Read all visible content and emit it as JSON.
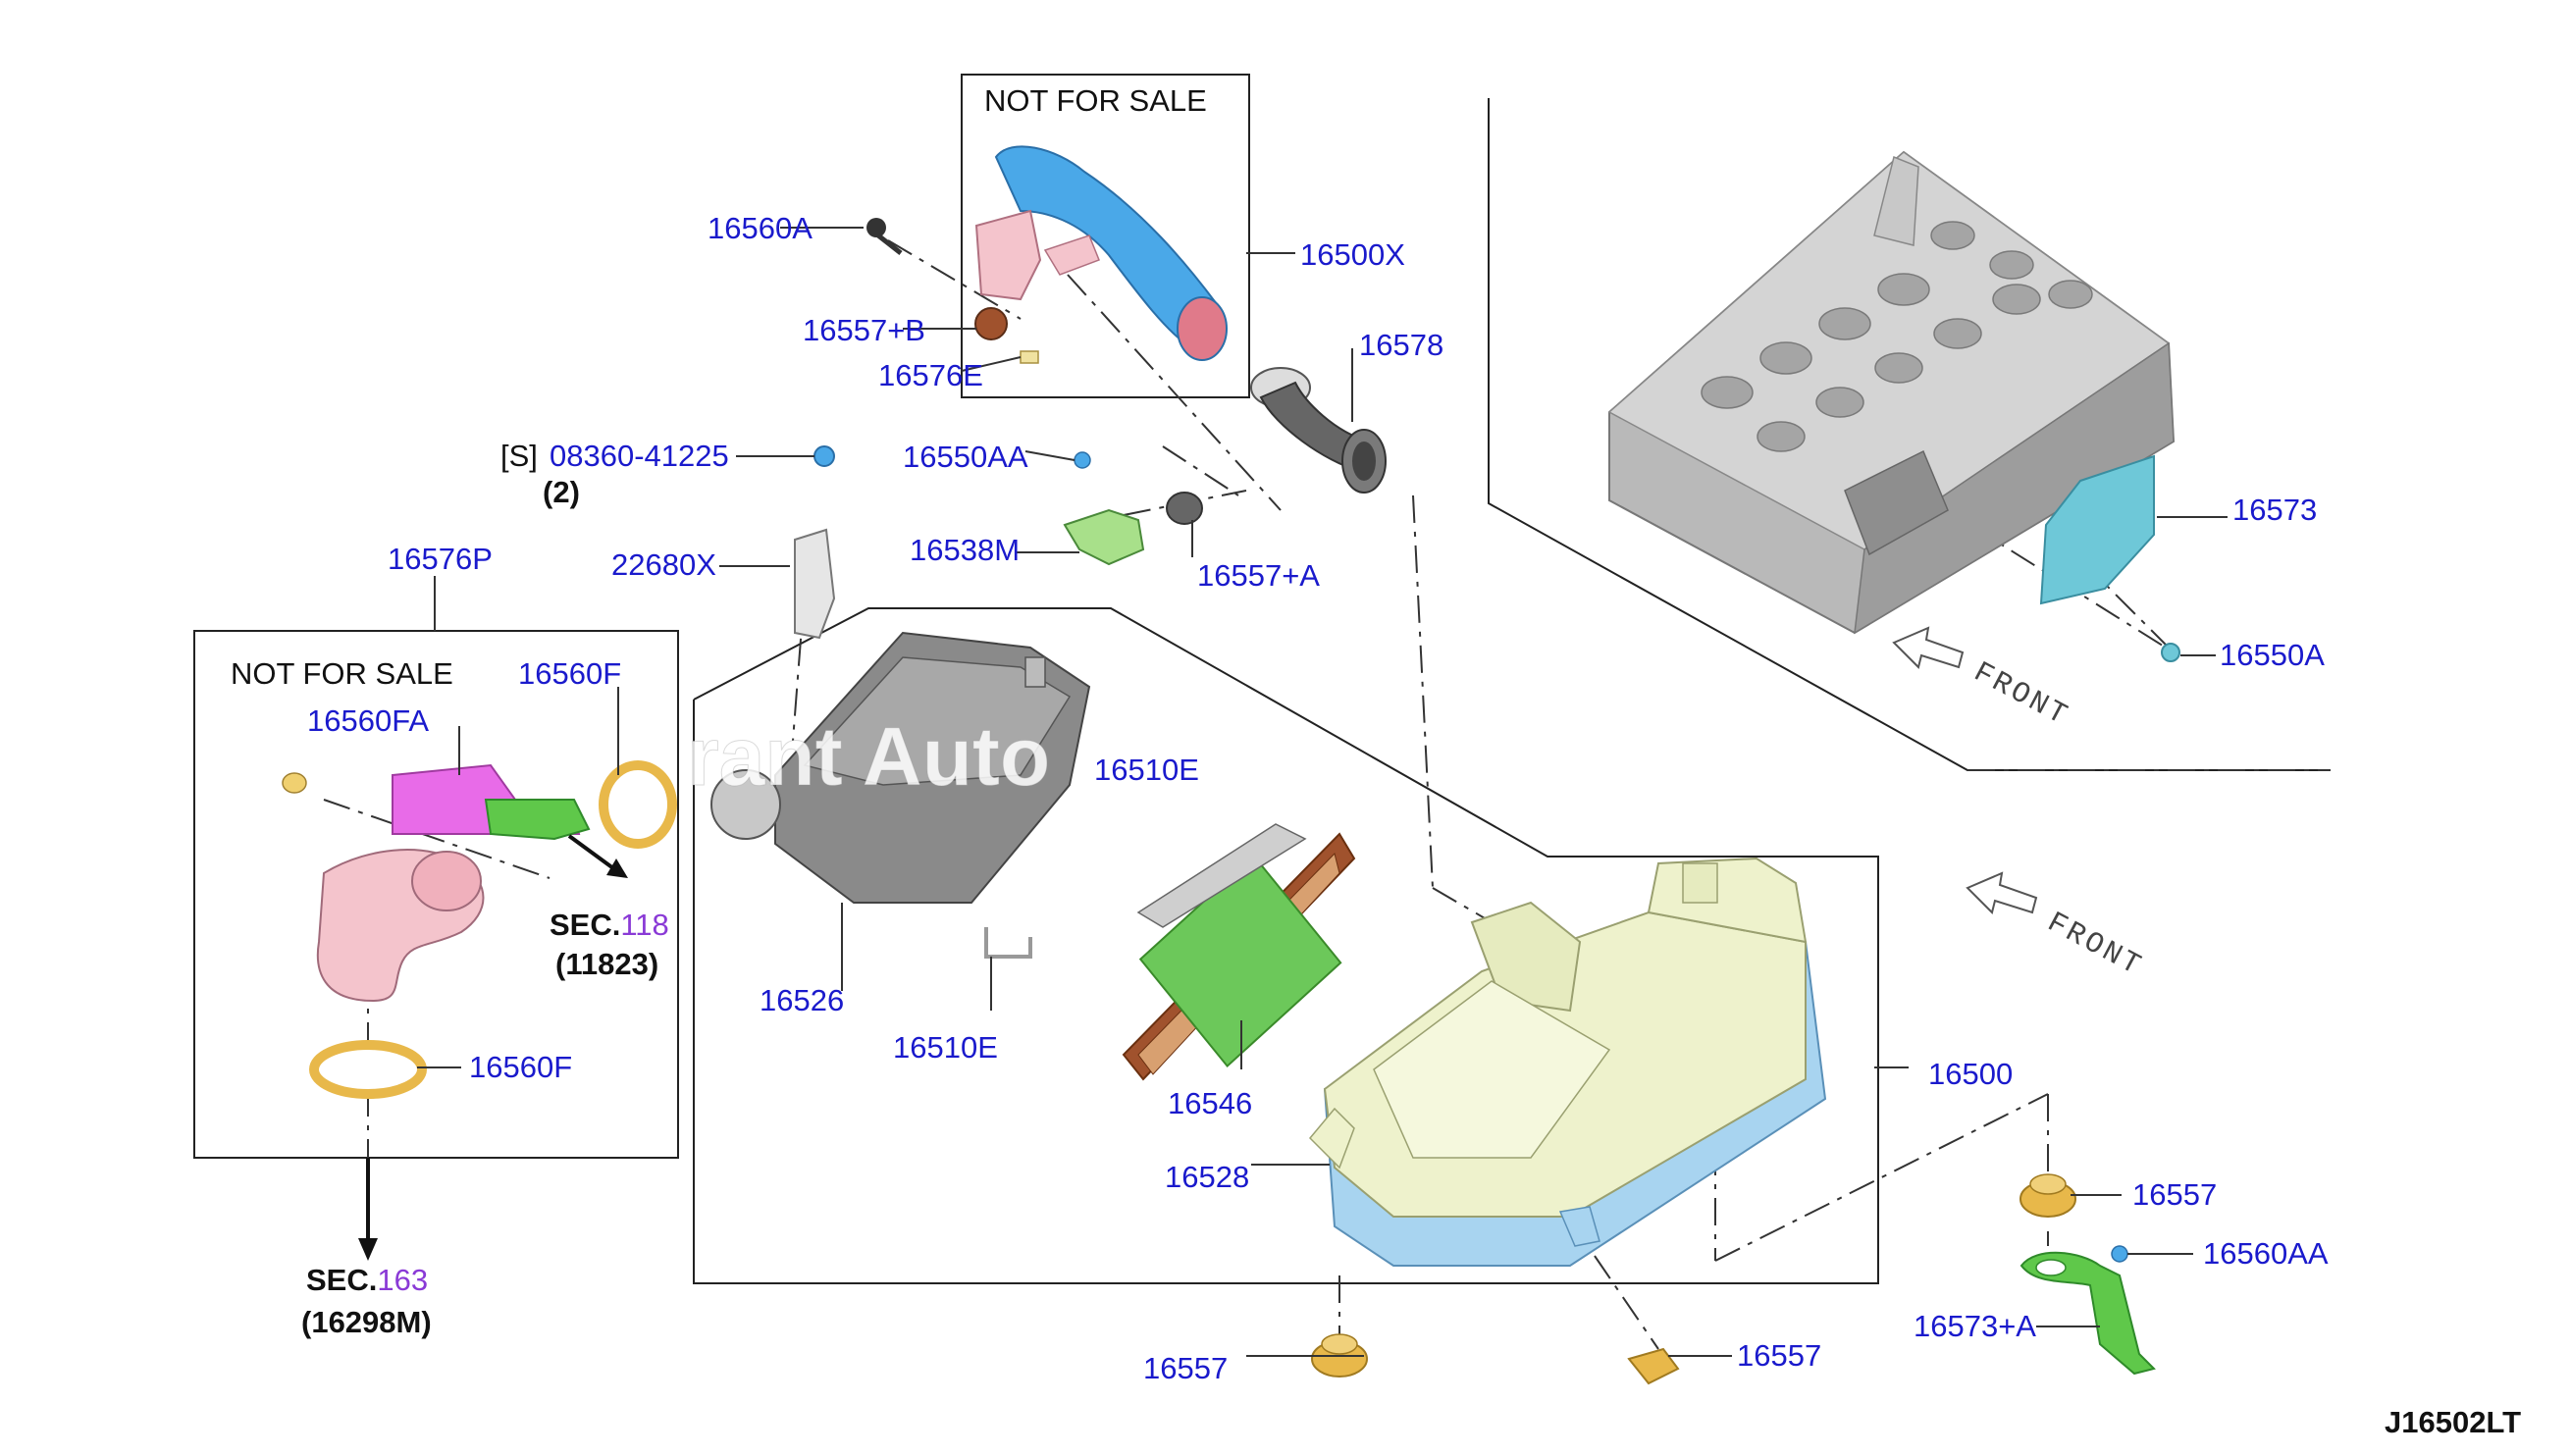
{
  "diagram": {
    "code": "J16502LT",
    "watermark": "rant Auto",
    "boxes": {
      "upper_note": "NOT FOR SALE",
      "left_note": "NOT FOR SALE"
    },
    "sections": {
      "sec118_prefix": "SEC.",
      "sec118_num": "118",
      "sec118_sub": "(11823)",
      "sec163_prefix": "SEC.",
      "sec163_num": "163",
      "sec163_sub": "(16298M)"
    },
    "bolt_spec": {
      "prefix": "[S]",
      "number": "08360-41225",
      "qty": "(2)"
    },
    "front_label": "FRONT",
    "parts": {
      "p16560A_top": "16560A",
      "p16500X": "16500X",
      "p16557B": "16557+B",
      "p16576E": "16576E",
      "p16578": "16578",
      "p16550AA": "16550AA",
      "p16538M": "16538M",
      "p16557A": "16557+A",
      "p22680X": "22680X",
      "p16576P": "16576P",
      "p16560F_top": "16560F",
      "p16560FA": "16560FA",
      "p16510E_top": "16510E",
      "p16526": "16526",
      "p16510E": "16510E",
      "p16546": "16546",
      "p16560F_bottom": "16560F",
      "p16528": "16528",
      "p16500": "16500",
      "p16557_right": "16557",
      "p16560AA": "16560AA",
      "p16573A": "16573+A",
      "p16557_bottom": "16557",
      "p16557_center": "16557",
      "p16573": "16573",
      "p16550A": "16550A"
    },
    "colors": {
      "label_blue": "#1a1acc",
      "pink": "#f4c4cc",
      "magenta": "#e86be8",
      "green": "#5fc84a",
      "blue_duct": "#4aa8e8",
      "cream": "#eef2cc",
      "light_blue": "#a8d4f0",
      "gold": "#e8b84a",
      "brown": "#a0522d",
      "teal": "#6ec8d8",
      "gray": "#9a9a9a"
    }
  }
}
